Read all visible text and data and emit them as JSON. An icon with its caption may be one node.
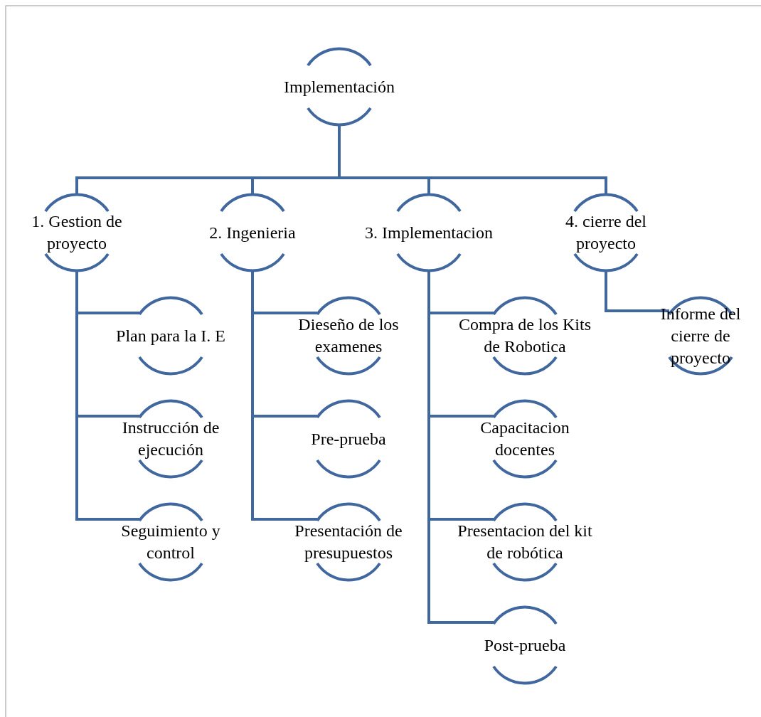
{
  "diagram": {
    "nodes": [
      {
        "text": [
          "Implementación"
        ]
      },
      {
        "text": [
          "1. Gestion de proyecto"
        ]
      },
      {
        "text": [
          "2. Ingenieria"
        ]
      },
      {
        "text": [
          "3. Implementacion"
        ]
      },
      {
        "text": [
          "4. cierre del proyecto"
        ]
      },
      {
        "text": [
          "Plan para la I. E"
        ]
      },
      {
        "text": [
          "Instrucción de ejecución"
        ]
      },
      {
        "text": [
          "Seguimiento y control"
        ]
      },
      {
        "text": [
          "Dieseño de los examenes"
        ]
      },
      {
        "text": [
          "Pre-prueba"
        ]
      },
      {
        "text": [
          "Presentación de presupuestos"
        ]
      },
      {
        "text": [
          "Compra de los Kits de Robotica"
        ]
      },
      {
        "text": [
          "Capacitacion docentes"
        ]
      },
      {
        "text": [
          "Presentacion del kit de robótica"
        ]
      },
      {
        "text": [
          "Post-prueba"
        ]
      },
      {
        "text": [
          "Informe del cierre de proyecto"
        ]
      }
    ],
    "edges": [
      {
        "from": 0,
        "to": 1,
        "arrow": "none"
      },
      {
        "from": 0,
        "to": 2,
        "arrow": "none"
      },
      {
        "from": 0,
        "to": 3,
        "arrow": "none"
      },
      {
        "from": 0,
        "to": 4,
        "arrow": "none"
      },
      {
        "from": 1,
        "to": 5,
        "arrow": "none"
      },
      {
        "from": 1,
        "to": 6,
        "arrow": "none"
      },
      {
        "from": 1,
        "to": 7,
        "arrow": "none"
      },
      {
        "from": 2,
        "to": 8,
        "arrow": "none"
      },
      {
        "from": 2,
        "to": 9,
        "arrow": "none"
      },
      {
        "from": 2,
        "to": 10,
        "arrow": "none"
      },
      {
        "from": 3,
        "to": 11,
        "arrow": "none"
      },
      {
        "from": 3,
        "to": 12,
        "arrow": "none"
      },
      {
        "from": 3,
        "to": 13,
        "arrow": "none"
      },
      {
        "from": 3,
        "to": 14,
        "arrow": "none"
      },
      {
        "from": 4,
        "to": 15,
        "arrow": "none"
      }
    ]
  }
}
